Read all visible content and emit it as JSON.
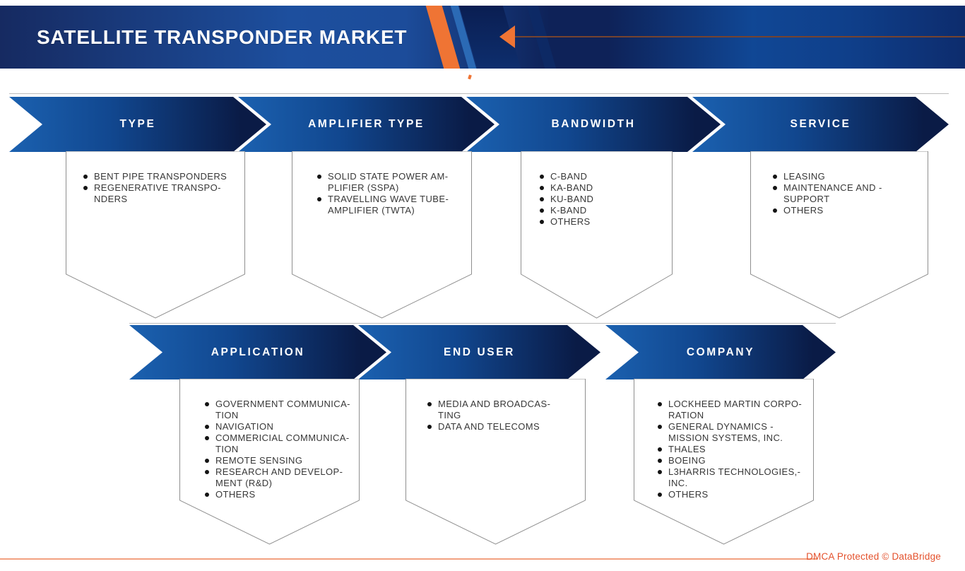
{
  "header": {
    "title": "SATELLITE TRANSPONDER MARKET"
  },
  "sections": [
    {
      "label": "TYPE",
      "items": [
        "BENT PIPE TRANSPONDERS",
        "REGENERATIVE TRANSPO-\nNDERS"
      ]
    },
    {
      "label": "AMPLIFIER TYPE",
      "items": [
        "SOLID STATE POWER AM-\nPLIFIER (SSPA)",
        "TRAVELLING WAVE TUBE-\nAMPLIFIER (TWTA)"
      ]
    },
    {
      "label": "BANDWIDTH",
      "items": [
        "C-BAND",
        "KA-BAND",
        "KU-BAND",
        "K-BAND",
        "OTHERS"
      ]
    },
    {
      "label": "SERVICE",
      "items": [
        "LEASING",
        "MAINTENANCE AND -\nSUPPORT",
        "OTHERS"
      ]
    },
    {
      "label": "APPLICATION",
      "items": [
        "GOVERNMENT COMMUNICA-\nTION",
        "NAVIGATION",
        "COMMERICIAL COMMUNICA-\nTION",
        "REMOTE SENSING",
        "RESEARCH AND DEVELOP-\nMENT (R&D)",
        "OTHERS"
      ]
    },
    {
      "label": "END USER",
      "items": [
        "MEDIA AND BROADCAS-\nTING",
        "DATA AND TELECOMS"
      ]
    },
    {
      "label": "COMPANY",
      "items": [
        "LOCKHEED MARTIN CORPO-\nRATION",
        "GENERAL DYNAMICS -\nMISSION SYSTEMS, INC.",
        "THALES",
        "BOEING",
        "L3HARRIS TECHNOLOGIES,-\nINC.",
        "OTHERS"
      ]
    }
  ],
  "footer": {
    "dmca": "DMCA Protected © DataBridge"
  },
  "colors": {
    "banner_blue": "#1b61b0",
    "banner_navy": "#0a1b46",
    "orange_accent": "#ef7434",
    "dmca_text": "#e4512c"
  }
}
